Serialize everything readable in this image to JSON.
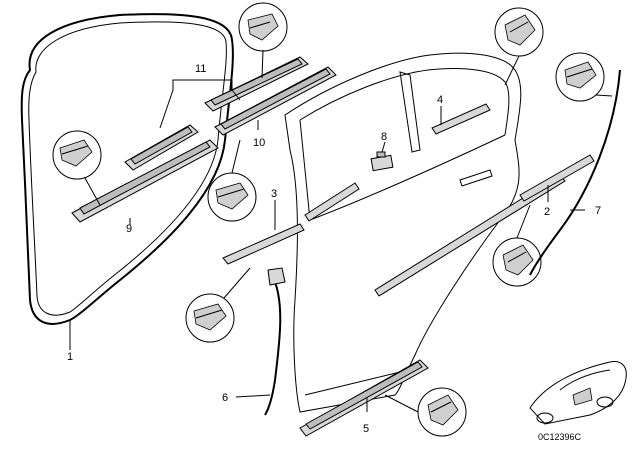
{
  "callouts": [
    {
      "id": "callout-1",
      "label": "1"
    },
    {
      "id": "callout-2",
      "label": "2"
    },
    {
      "id": "callout-3",
      "label": "3"
    },
    {
      "id": "callout-4",
      "label": "4"
    },
    {
      "id": "callout-5",
      "label": "5"
    },
    {
      "id": "callout-6",
      "label": "6"
    },
    {
      "id": "callout-7",
      "label": "7"
    },
    {
      "id": "callout-8",
      "label": "8"
    },
    {
      "id": "callout-9",
      "label": "9"
    },
    {
      "id": "callout-10",
      "label": "10"
    },
    {
      "id": "callout-11",
      "label": "11"
    }
  ],
  "reference_code": "0C12396C"
}
